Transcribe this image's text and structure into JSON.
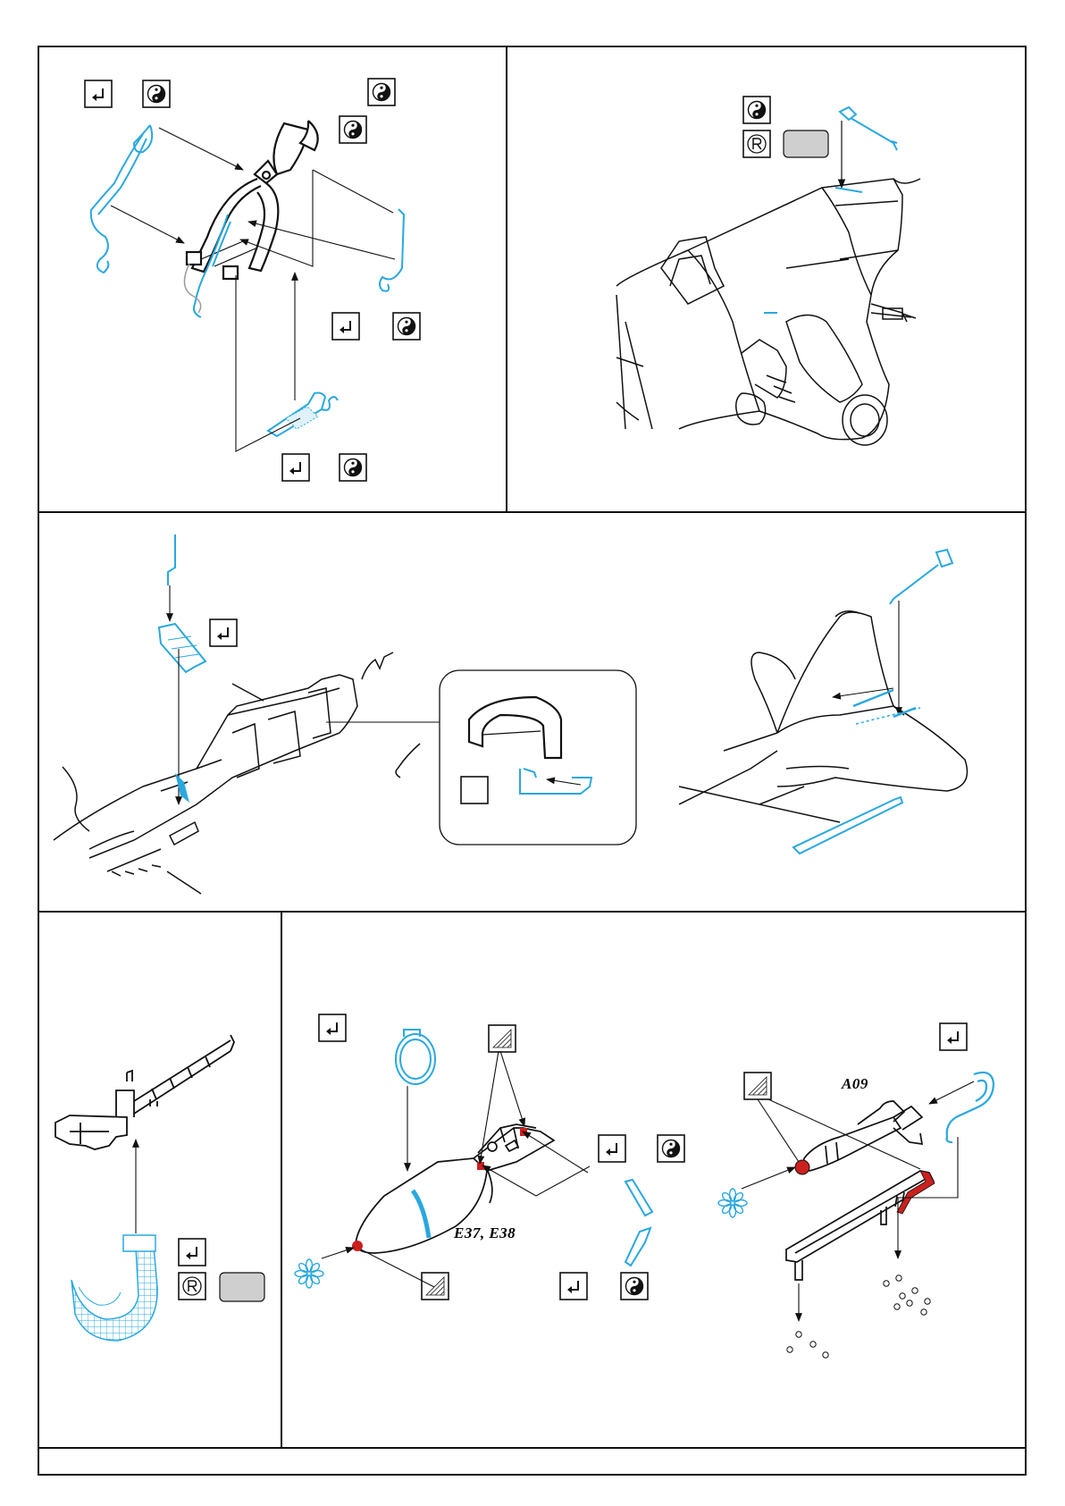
{
  "manual": {
    "page_number": "",
    "footer_text": ""
  },
  "colors": {
    "etch_blue": "#29a8e0",
    "resin_red": "#cc1f1f",
    "outline": "#111111",
    "grey_fill": "#cfcfcf"
  },
  "steps": [
    {
      "id": "step-1",
      "panel": "seat-belts-and-control-stick",
      "symbols": [
        "bend-icon",
        "yin-yang-icon"
      ]
    },
    {
      "id": "step-2",
      "panel": "cockpit-gun-aiming-sight",
      "symbols": [
        "yin-yang-icon",
        "remove-part-icon"
      ]
    },
    {
      "id": "step-3",
      "panel": "rear-canopy-frame",
      "symbols": [
        "bend-icon"
      ]
    },
    {
      "id": "step-4",
      "panel": "tail-trim-tabs",
      "symbols": []
    },
    {
      "id": "step-5",
      "panel": "machine-gun-ammo-belt",
      "symbols": [
        "bend-icon",
        "remove-part-icon"
      ]
    },
    {
      "id": "step-6",
      "panel": "bombs-and-rockets",
      "symbols": [
        "bend-icon",
        "yin-yang-icon",
        "hatch-icon",
        "flower-icon"
      ]
    }
  ],
  "part_labels": {
    "bomb_parts": "E37, E38",
    "rocket_part": "A09"
  }
}
